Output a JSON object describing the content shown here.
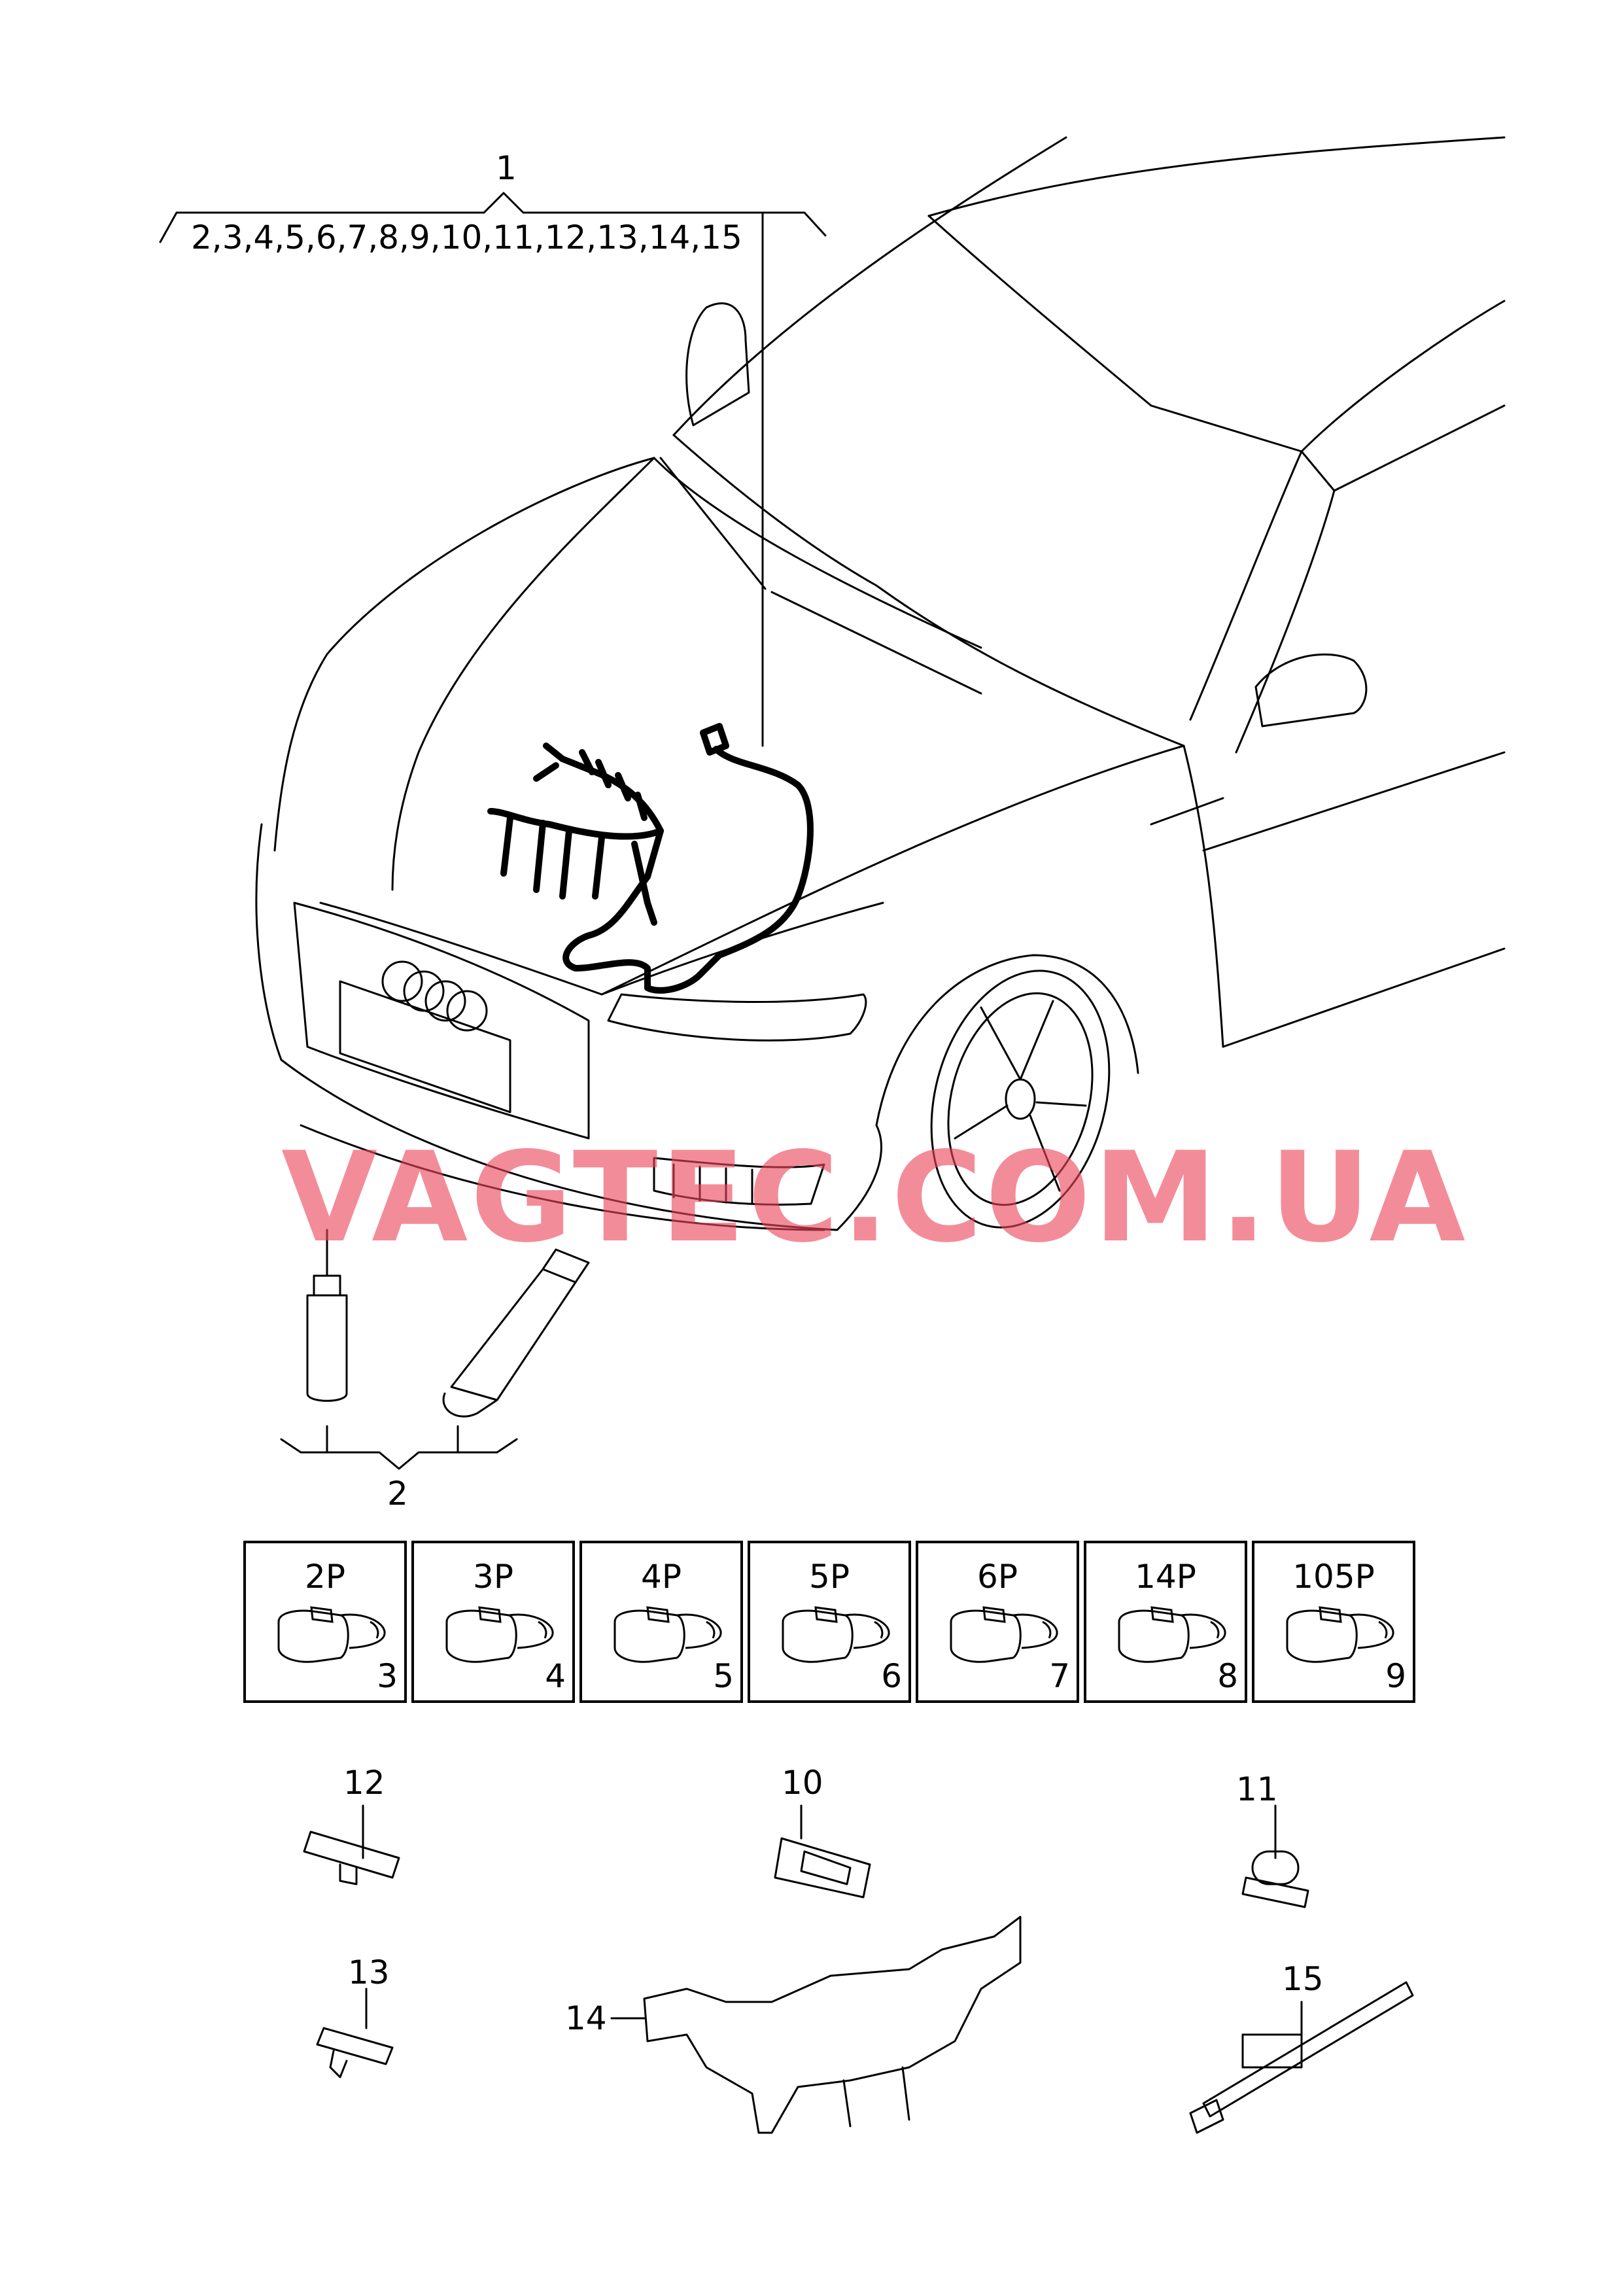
{
  "watermark": "VAGTEC.COM.UA",
  "accent_color": "#e8465a",
  "callouts": {
    "main_number": "1",
    "main_subparts": "2,3,4,5,6,7,8,9,10,11,12,13,14,15",
    "tools_number": "2",
    "clip_12": "12",
    "clip_10": "10",
    "clip_11": "11",
    "clip_13": "13",
    "bracket_14": "14",
    "tie_15": "15"
  },
  "connectors": [
    {
      "label": "2P",
      "number": "3"
    },
    {
      "label": "3P",
      "number": "4"
    },
    {
      "label": "4P",
      "number": "5"
    },
    {
      "label": "5P",
      "number": "6"
    },
    {
      "label": "6P",
      "number": "7"
    },
    {
      "label": "14P",
      "number": "8"
    },
    {
      "label": "105P",
      "number": "9"
    }
  ]
}
